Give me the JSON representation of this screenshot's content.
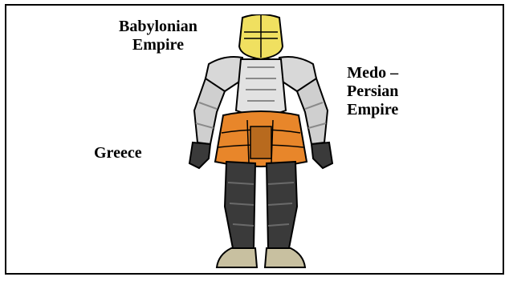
{
  "labels": {
    "babylonian_line1": "Babylonian",
    "babylonian_line2": "Empire",
    "medo_line1": "Medo –",
    "medo_line2": "Persian",
    "medo_line3": "Empire",
    "greece": "Greece"
  },
  "colors": {
    "helmet": "#f0e060",
    "armor_silver": "#d8d8d8",
    "armor_shadow": "#8a8a8a",
    "skirt_orange": "#e8862a",
    "legs_dark": "#3a3a3a",
    "feet": "#c8c0a0",
    "outline": "#000000"
  }
}
